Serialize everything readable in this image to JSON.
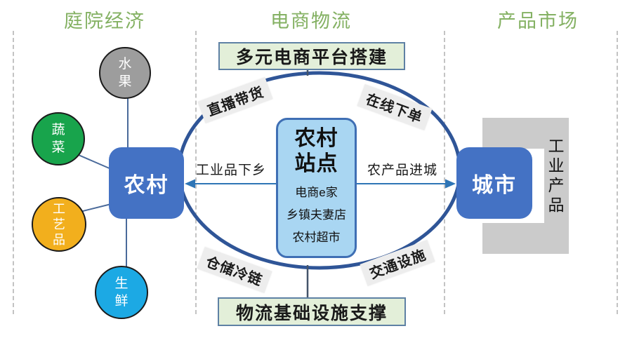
{
  "headers": {
    "left": "庭院经济",
    "center": "电商物流",
    "right": "产品市场"
  },
  "courtyard": {
    "products": [
      {
        "label": "水果",
        "color": "#9D9D9D"
      },
      {
        "label": "蔬菜",
        "color": "#18A44C"
      },
      {
        "label": "工艺品",
        "color": "#F2AF1D"
      },
      {
        "label": "生鲜",
        "color": "#1CA9E4"
      }
    ],
    "node": "农村"
  },
  "logistics": {
    "platform_box": "多元电商平台搭建",
    "infrastructure_box": "物流基础设施支撑",
    "hub": {
      "title_line1": "农村",
      "title_line2": "站点",
      "items": [
        {
          "label": "电商e家"
        },
        {
          "label": "乡镇夫妻店"
        },
        {
          "label": "农村超市"
        }
      ]
    },
    "ring_labels": {
      "top_left": "直播带货",
      "top_right": "在线下单",
      "bottom_left": "仓储冷链",
      "bottom_right": "交通设施"
    },
    "flows": {
      "to_rural": "工业品下乡",
      "to_city": "农产品进城"
    }
  },
  "market": {
    "node": "城市",
    "vertical_label": "工业产品"
  },
  "colors": {
    "header_green": "#84B163",
    "node_blue": "#4472C4",
    "ring_blue": "#2F5597",
    "hub_fill": "#A9D6F2",
    "hub_border": "#3F6FB4",
    "support_fill": "#E3EFD9",
    "support_border": "#5E81A4",
    "arrow_blue": "#2E75B6",
    "connector_blue": "#4A6A9A",
    "bracket_gray": "#CBCBCB"
  }
}
